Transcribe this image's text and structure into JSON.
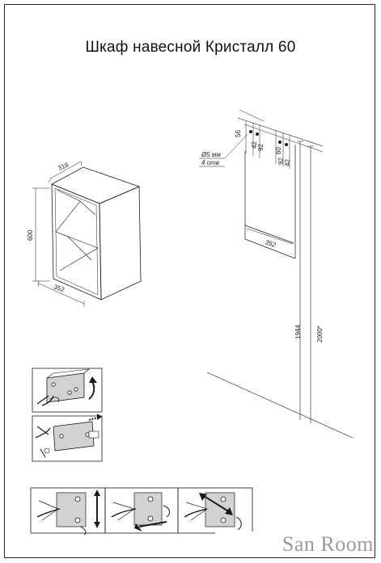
{
  "title": "Шкаф навесной Кристалл 60",
  "cabinet": {
    "depth_label": "316",
    "height_label": "600",
    "width_label": "352"
  },
  "mounting": {
    "dim_56": "56",
    "dim_42_left": "42",
    "dim_92_left": "92",
    "dim_60": "60",
    "dim_92_right": "92",
    "dim_42_right": "42",
    "hole_diameter": "Ø5 мм",
    "hole_count": "4 отв",
    "spacing": "352",
    "height_1944": "1944",
    "height_2000": "2000*"
  },
  "watermark": "San Room",
  "colors": {
    "line": "#1a1a1a",
    "shade": "#c9c9c9",
    "watermark": "#9a9a9a"
  }
}
